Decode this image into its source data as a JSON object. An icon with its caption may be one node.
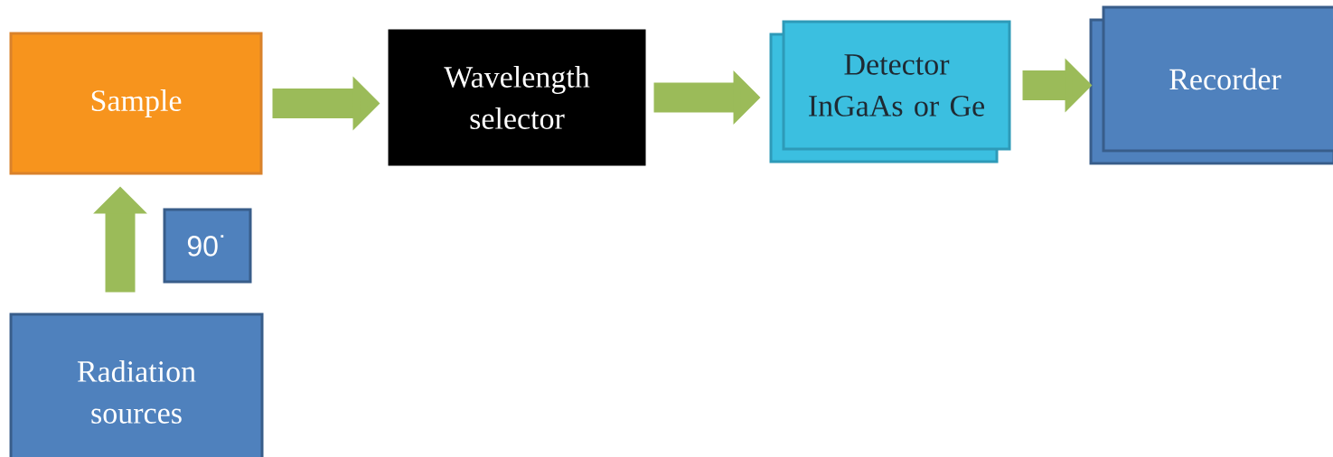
{
  "diagram": {
    "nodes": [
      {
        "text": [
          "Sample"
        ]
      },
      {
        "text": [
          "Wavelength selector"
        ]
      },
      {
        "text": [
          "Detector InGaAs or Ge"
        ]
      },
      {
        "text": [
          "Recorder"
        ]
      },
      {
        "text": [
          "Radiation sources"
        ]
      },
      {
        "text": [
          "90˙"
        ]
      }
    ],
    "edges": [
      {
        "from": 4,
        "to": 0,
        "arrow": "to"
      },
      {
        "from": 0,
        "to": 1,
        "arrow": "to"
      },
      {
        "from": 1,
        "to": 2,
        "arrow": "to"
      },
      {
        "from": 2,
        "to": 3,
        "arrow": "to"
      }
    ]
  }
}
